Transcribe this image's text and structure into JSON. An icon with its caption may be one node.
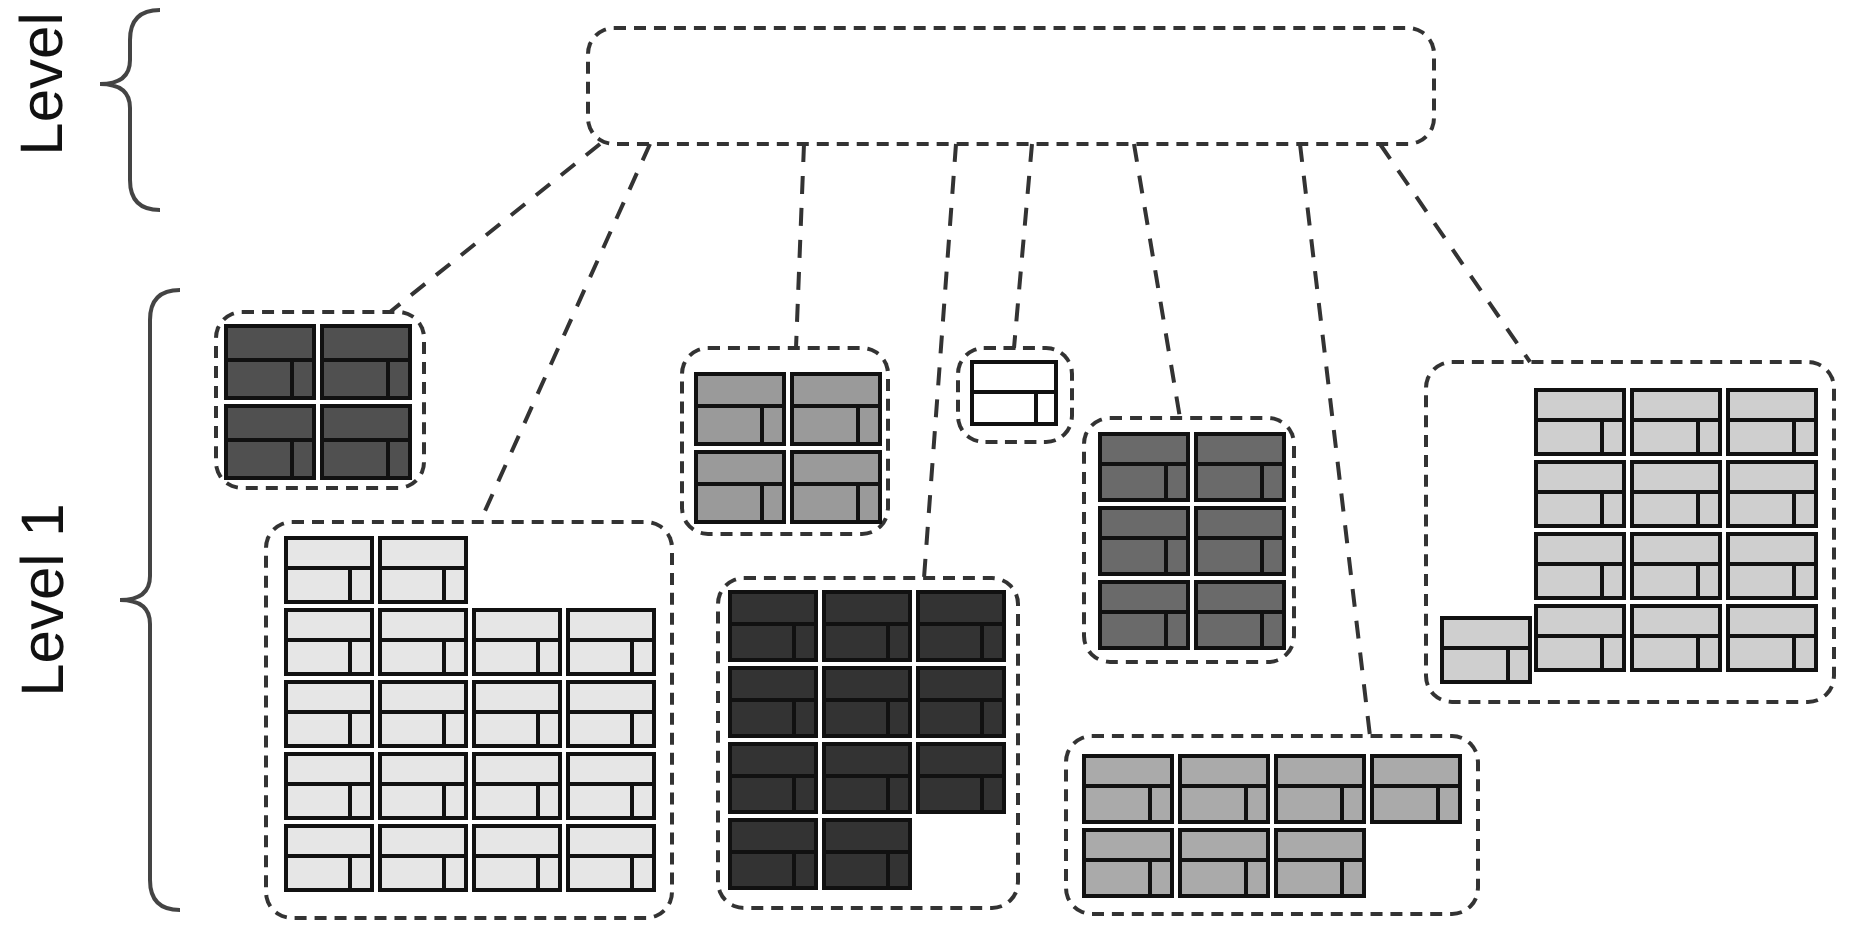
{
  "diagram": {
    "nodes": [
      {
        "text": [],
        "shape": "box"
      },
      {
        "text": [],
        "shape": "box"
      },
      {
        "text": [],
        "shape": "box"
      },
      {
        "text": [],
        "shape": "box"
      },
      {
        "text": [],
        "shape": "box"
      },
      {
        "text": [],
        "shape": "box"
      },
      {
        "text": [],
        "shape": "box"
      },
      {
        "text": [],
        "shape": "box"
      },
      {
        "text": [],
        "shape": "box"
      }
    ],
    "edges": [
      {
        "from": 0,
        "to": 1,
        "arrow": "none",
        "style": "dashed"
      },
      {
        "from": 0,
        "to": 6,
        "arrow": "none",
        "style": "dashed"
      },
      {
        "from": 0,
        "to": 2,
        "arrow": "none",
        "style": "dashed"
      },
      {
        "from": 0,
        "to": 7,
        "arrow": "none",
        "style": "dashed"
      },
      {
        "from": 0,
        "to": 3,
        "arrow": "none",
        "style": "dashed"
      },
      {
        "from": 0,
        "to": 4,
        "arrow": "none",
        "style": "dashed"
      },
      {
        "from": 0,
        "to": 8,
        "arrow": "none",
        "style": "dashed"
      },
      {
        "from": 0,
        "to": 5,
        "arrow": "none",
        "style": "dashed"
      }
    ],
    "labels": [
      "Level",
      "Level 1"
    ]
  }
}
